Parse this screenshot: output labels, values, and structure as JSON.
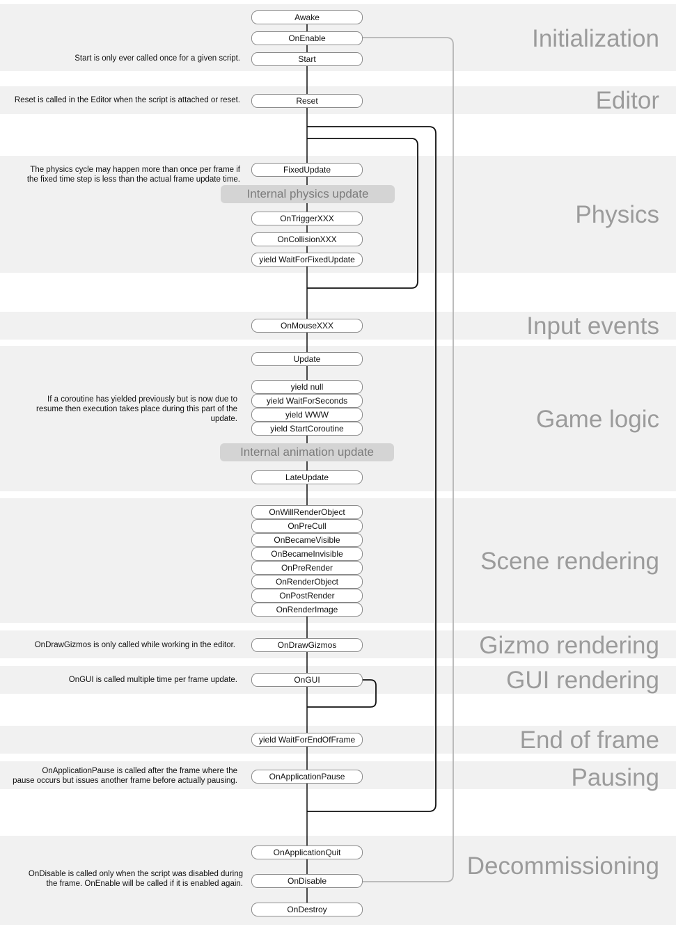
{
  "sections": [
    {
      "id": "initialization",
      "label": "Initialization"
    },
    {
      "id": "editor",
      "label": "Editor"
    },
    {
      "id": "physics",
      "label": "Physics"
    },
    {
      "id": "input",
      "label": "Input events"
    },
    {
      "id": "gamelogic",
      "label": "Game logic"
    },
    {
      "id": "scene",
      "label": "Scene rendering"
    },
    {
      "id": "gizmo",
      "label": "Gizmo rendering"
    },
    {
      "id": "gui",
      "label": "GUI rendering"
    },
    {
      "id": "endframe",
      "label": "End of frame"
    },
    {
      "id": "pausing",
      "label": "Pausing"
    },
    {
      "id": "decommissioning",
      "label": "Decommissioning"
    }
  ],
  "nodes": {
    "awake": "Awake",
    "onenable": "OnEnable",
    "start": "Start",
    "reset": "Reset",
    "fixedupdate": "FixedUpdate",
    "ontriggerxxx": "OnTriggerXXX",
    "oncollisionxxx": "OnCollisionXXX",
    "yield_waitforfixedupdate": "yield WaitForFixedUpdate",
    "onmousexxx": "OnMouseXXX",
    "update": "Update",
    "yield_null": "yield null",
    "yield_waitforseconds": "yield WaitForSeconds",
    "yield_www": "yield WWW",
    "yield_startcoroutine": "yield StartCoroutine",
    "lateupdate": "LateUpdate",
    "onwillrenderobject": "OnWillRenderObject",
    "onprecull": "OnPreCull",
    "onbecamevisible": "OnBecameVisible",
    "onbecameinvisible": "OnBecameInvisible",
    "onprerender": "OnPreRender",
    "onrenderobject": "OnRenderObject",
    "onpostrender": "OnPostRender",
    "onrenderimage": "OnRenderImage",
    "ondrawgizmos": "OnDrawGizmos",
    "ongui": "OnGUI",
    "yield_waitforendofframe": "yield WaitForEndOfFrame",
    "onapplicationpause": "OnApplicationPause",
    "onapplicationquit": "OnApplicationQuit",
    "ondisable": "OnDisable",
    "ondestroy": "OnDestroy"
  },
  "internal": {
    "physics": "Internal physics update",
    "animation": "Internal animation update"
  },
  "notes": {
    "start": "Start is only ever called once for a given script.",
    "reset": "Reset is called in the Editor when the script is attached or reset.",
    "physics": "The physics cycle may happen more than once per frame if\nthe fixed time step is less than the actual frame update time.",
    "coroutine": "If a coroutine has yielded previously but is now due to\nresume then execution takes place during this part of the\nupdate.",
    "gizmos": "OnDrawGizmos is only called while working in the editor.",
    "gui": "OnGUI is called multiple time per frame update.",
    "pause": "OnApplicationPause is called after the frame where the\npause occurs but issues another frame before actually pausing.",
    "disable": "OnDisable is called only when the script was disabled during\nthe frame. OnEnable will be called if it is enabled again."
  },
  "colors": {
    "band": "#f1f1f1",
    "section_label": "#9b9b9b",
    "internal_box": "#d4d4d4",
    "loop_line": "#111111",
    "enable_line": "#b5b5b5"
  }
}
